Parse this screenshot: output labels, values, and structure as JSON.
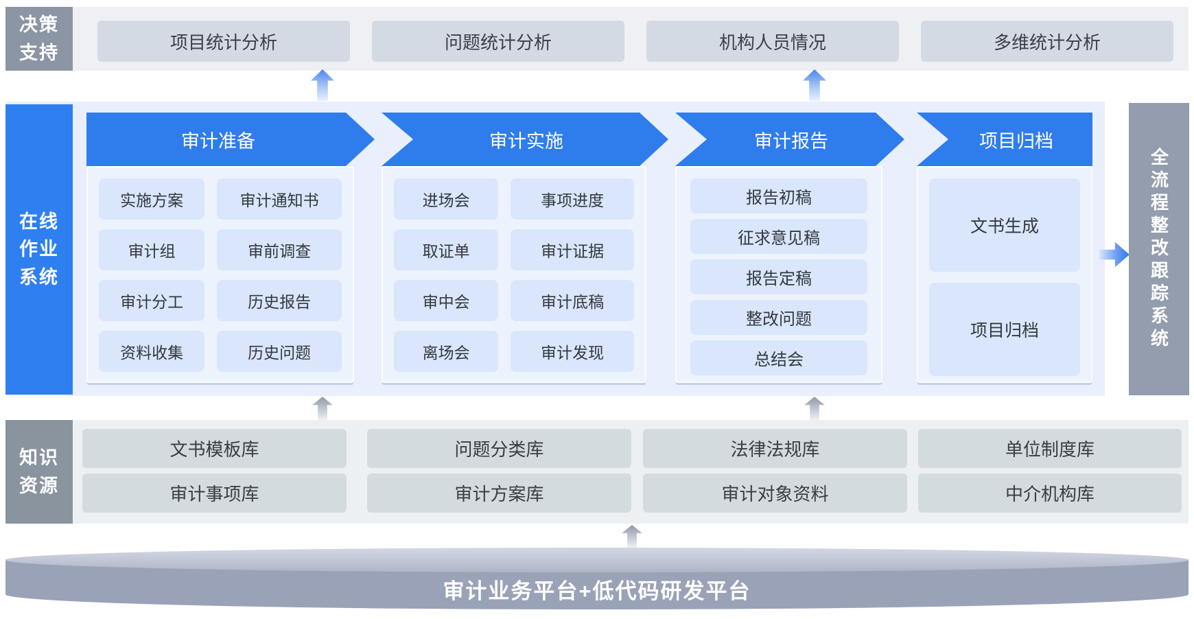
{
  "decision": {
    "label": "决策支持",
    "items": [
      "项目统计分析",
      "问题统计分析",
      "机构人员情况",
      "多维统计分析"
    ]
  },
  "online": {
    "label": "在线作业系统",
    "stages": [
      {
        "title": "审计准备",
        "items": [
          "实施方案",
          "审计通知书",
          "审计组",
          "审前调查",
          "审计分工",
          "历史报告",
          "资料收集",
          "历史问题"
        ]
      },
      {
        "title": "审计实施",
        "items": [
          "进场会",
          "事项进度",
          "取证单",
          "审计证据",
          "审中会",
          "审计底稿",
          "离场会",
          "审计发现"
        ]
      },
      {
        "title": "审计报告",
        "items": [
          "报告初稿",
          "征求意见稿",
          "报告定稿",
          "整改问题",
          "总结会"
        ]
      },
      {
        "title": "项目归档",
        "items": [
          "文书生成",
          "项目归档"
        ]
      }
    ]
  },
  "tracking": {
    "label": "全流程整改跟踪系统"
  },
  "knowledge": {
    "label": "知识资源",
    "row1": [
      "文书模板库",
      "问题分类库",
      "法律法规库",
      "单位制度库"
    ],
    "row2": [
      "审计事项库",
      "审计方案库",
      "审计对象资料",
      "中介机构库"
    ]
  },
  "platform": {
    "label": "审计业务平台+低代码研发平台"
  },
  "colors": {
    "accent_blue": "#2f7ced",
    "label_blue": "#2e7ff0",
    "slate_gray": "#8b95a4",
    "band_blue_bg": "#e9effc",
    "band_gray_bg": "#eef0f4",
    "item_blue": "#d9e6fb",
    "button_gray": "#d4dae3",
    "tracking_bar": "#939dae",
    "cylinder_body": "#9aa2b7"
  }
}
